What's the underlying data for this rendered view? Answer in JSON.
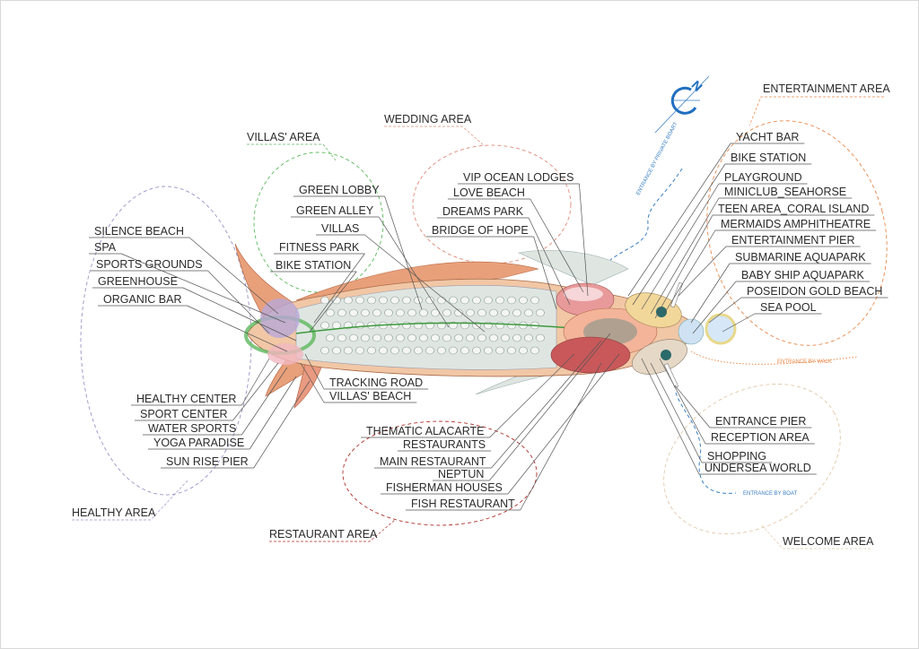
{
  "areas": {
    "villas": "VILLAS' AREA",
    "wedding": "WEDDING AREA",
    "entertainment": "ENTERTAINMENT AREA",
    "healthy": "HEALTHY AREA",
    "restaurant": "RESTAURANT AREA",
    "welcome": "WELCOME AREA"
  },
  "healthy_labels": [
    "SILENCE BEACH",
    "SPA",
    "SPORTS GROUNDS",
    "GREENHOUSE",
    "ORGANIC BAR",
    "HEALTHY CENTER",
    "SPORT CENTER",
    "WATER SPORTS",
    "YOGA PARADISE",
    "SUN RISE PIER"
  ],
  "villas_labels": [
    "GREEN LOBBY",
    "GREEN ALLEY",
    "VILLAS",
    "FITNESS PARK",
    "BIKE STATION",
    "TRACKING ROAD",
    "VILLAS' BEACH"
  ],
  "wedding_labels": [
    "VIP OCEAN LODGES",
    "LOVE BEACH",
    "DREAMS PARK",
    "BRIDGE OF HOPE"
  ],
  "entertainment_labels": [
    "YACHT BAR",
    "BIKE STATION",
    "PLAYGROUND",
    "MINICLUB_SEAHORSE",
    "TEEN AREA_CORAL ISLAND",
    "MERMAIDS AMPHITHEATRE",
    "ENTERTAINMENT PIER",
    "SUBMARINE AQUAPARK",
    "BABY SHIP AQUAPARK",
    "POSEIDON GOLD BEACH",
    "SEA POOL"
  ],
  "restaurant_labels": [
    "THEMATIC ALACARTE",
    "RESTAURANTS",
    "MAIN RESTAURANT",
    "NEPTUN",
    "FISHERMAN HOUSES",
    "FISH RESTAURANT"
  ],
  "welcome_labels": [
    "ENTRANCE PIER",
    "RECEPTION AREA",
    "SHOPPING",
    "UNDERSEA WORLD"
  ],
  "entrances": {
    "private_boat": "ENTRANCE BY PRIVATE BOART",
    "walk": "ENTRANCE BY WALK",
    "boat": "ENTRANCE BY BOAT"
  },
  "compass": "N",
  "colors": {
    "villas": "#5cb85c",
    "wedding": "#e08a7a",
    "entertainment": "#e8884a",
    "healthy": "#9a92c8",
    "restaurant": "#b0302a",
    "welcome": "#e3c8a8",
    "entrance": "#3a7fc4"
  }
}
